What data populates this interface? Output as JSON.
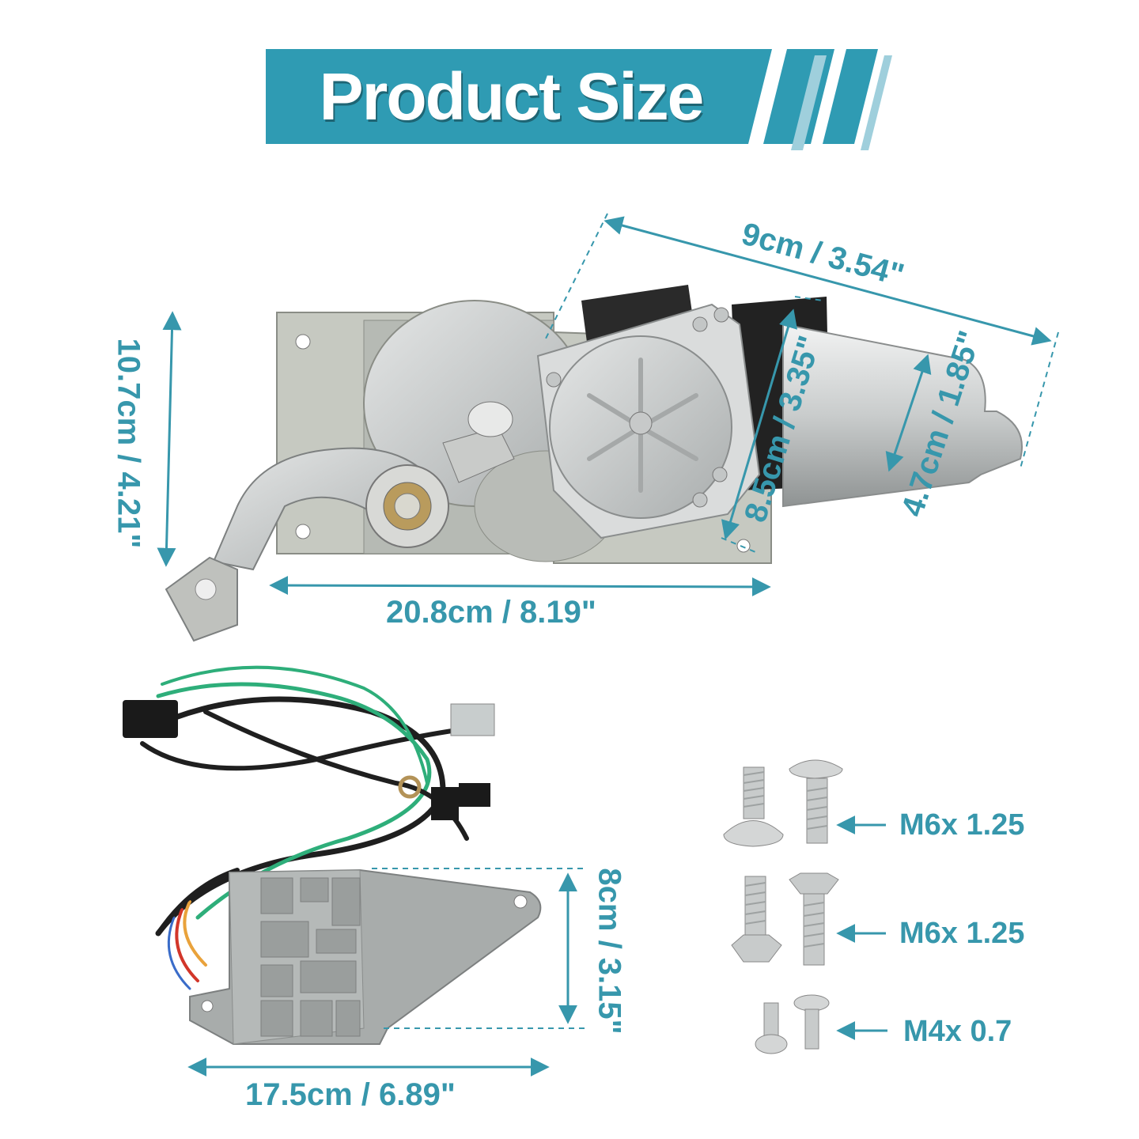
{
  "header": {
    "title": "Product Size",
    "color": "#2f9bb3"
  },
  "motor_dimensions": {
    "height": "10.7cm / 4.21\"",
    "width": "20.8cm / 8.19\"",
    "motor_length": "9cm / 3.54\"",
    "motor_height": "8.5cm / 3.35\"",
    "motor_diameter": "4.7cm / 1.85\""
  },
  "controller_dimensions": {
    "height": "8cm / 3.15\"",
    "width": "17.5cm / 6.89\""
  },
  "screws": [
    {
      "label": "M6x 1.25",
      "icon": "carriage-bolt-icon"
    },
    {
      "label": "M6x 1.25",
      "icon": "hex-bolt-icon"
    },
    {
      "label": "M4x 0.7",
      "icon": "flange-screw-icon"
    }
  ],
  "accent_color": "#3797ac"
}
